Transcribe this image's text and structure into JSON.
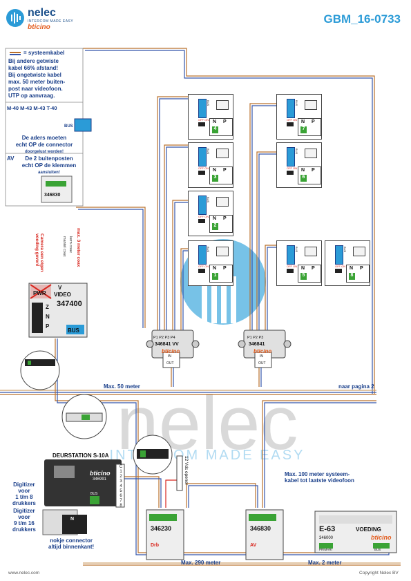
{
  "header": {
    "brand": "nelec",
    "tagline": "INTERCOM MADE EASY",
    "maker": "bticino",
    "doc_code": "GBM_16-0733"
  },
  "legend": {
    "title": "= systeemkabel",
    "lines": [
      "Bij andere getwiste",
      "kabel 66% afstand!",
      "Bij ongetwiste kabel",
      "max. 50 meter buiten-",
      "post naar videofoon.",
      "UTP op aanvraag."
    ]
  },
  "connector_note": {
    "models": "M-40 M-43 M-43 T-40",
    "bus": "BUS",
    "lines": [
      "De aders moeten",
      "echt OP de connector",
      "doorgelust worden!"
    ]
  },
  "av_note": {
    "tag": "AV",
    "lines": [
      "De 2 buitenposten",
      "echt OP de klemmen",
      "aansluiten!"
    ],
    "model": "346830"
  },
  "camera": {
    "vertical_left": "Camera een eigen voeding geven!",
    "vertical_coax": "max. 3 meter coax",
    "vertical_core": "kern coax",
    "vertical_mantle": "mantel coax",
    "pwr": "PWR",
    "video": "VIDEO",
    "model": "347400",
    "bus": "BUS",
    "v": "V",
    "z": "Z",
    "n": "N",
    "p": "P"
  },
  "distributors": [
    {
      "model": "346841",
      "suffix": "VV",
      "ports": [
        "P1",
        "P2",
        "P3",
        "P4"
      ],
      "in": "IN",
      "out": "OUT",
      "maker": "bticino"
    },
    {
      "model": "346841",
      "suffix": "",
      "ports": [
        "P1",
        "P2",
        "P3"
      ],
      "in": "IN",
      "out": "OUT",
      "maker": "bticino"
    }
  ],
  "phone_labels": {
    "bus": "BUS",
    "n": "N",
    "p": "P",
    "offon": "OFF ON"
  },
  "phones_left": [
    "4",
    "3",
    "2",
    "1"
  ],
  "phones_right_top": [
    "7",
    "6"
  ],
  "phones_right_bottom": [
    "5",
    "8"
  ],
  "distances": {
    "max50": "Max. 50 meter",
    "page2": "naar pagina 2",
    "max100a": "Max. 100 meter systeem-",
    "max100b": "kabel tot laatste videofoon",
    "max290": "Max. 290 meter",
    "max2": "Max. 2 meter"
  },
  "deurstation": {
    "title": "DEURSTATION S-10A",
    "model": "346991",
    "maker": "bticino",
    "bus": "BUS",
    "terminals": [
      "C",
      "1",
      "2",
      "3",
      "4",
      "5",
      "6",
      "7",
      "8"
    ],
    "n": "N"
  },
  "digitizers": {
    "a": [
      "Digitizer",
      "voor",
      "1 t/m 8",
      "drukkers"
    ],
    "b": [
      "Digitizer",
      "voor",
      "9 t/m 16",
      "drukkers"
    ],
    "nokje": [
      "nokje connector",
      "altijd binnenkant!"
    ]
  },
  "opener": "12 Vdc opener",
  "modules": [
    {
      "model": "346230",
      "tag": "Drb"
    },
    {
      "model": "346830",
      "tag": "AV"
    }
  ],
  "power": {
    "title": "E-63",
    "name": "VOEDING",
    "model": "346000",
    "maker": "bticino",
    "primari": "PRIMARI",
    "bus": "BUS"
  },
  "footer": {
    "left": "www.nelec.com",
    "right": "Copyright Nelec BV"
  },
  "colors": {
    "navy": "#1a3f8a",
    "red": "#d8261e",
    "green": "#3aa335",
    "cyan": "#2b9bd7",
    "brown": "#b9702c",
    "blue": "#3355aa",
    "tan": "#cda06a"
  }
}
